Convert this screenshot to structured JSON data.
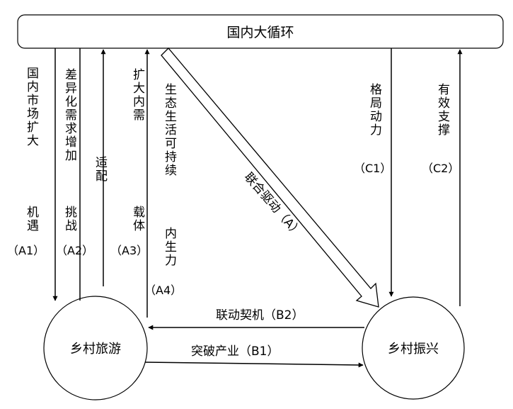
{
  "nodes": {
    "top": "国内大循环",
    "rural_tourism": "乡村旅游",
    "rural_revitalization": "乡村振兴"
  },
  "edges": {
    "a1_text": "国内市场扩大",
    "a1_sub": "机遇",
    "a1_code": "（A1）",
    "a2_text": "差异化需求增加",
    "a2_sub": "挑战",
    "a2_code": "（A2）",
    "adapt": "适配",
    "a3_text": "扩大内需",
    "a3_sub": "载体",
    "a3_code": "（A3）",
    "a4_text": "生态生活可持续",
    "a4_sub": "内生力",
    "a4_code": "（A4）",
    "joint_drive": "联合驱动（A）",
    "c1_text": "格局动力",
    "c1_code": "（C1）",
    "c2_text": "有效支撑",
    "c2_code": "（C2）",
    "b2": "联动契机（B2）",
    "b1": "突破产业（B1）"
  }
}
